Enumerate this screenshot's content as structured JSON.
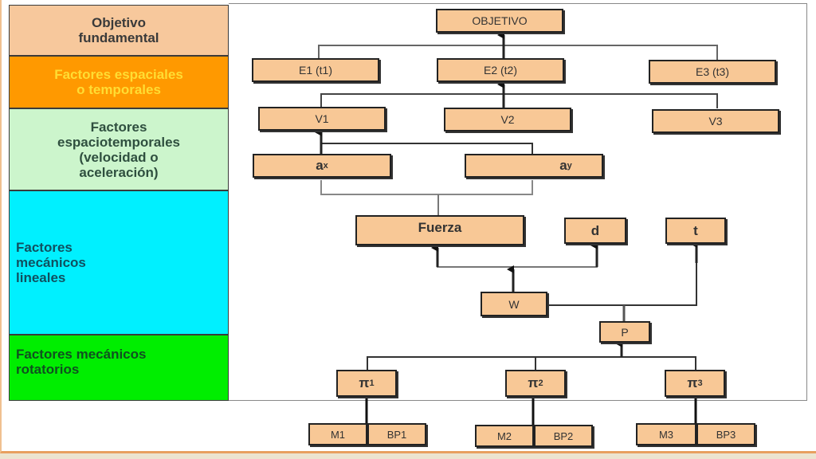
{
  "bands": [
    {
      "lines": [
        "Objetivo",
        "fundamental"
      ],
      "color": "#f7c89c"
    },
    {
      "lines": [
        "Factores espaciales",
        "o temporales"
      ],
      "color": "#ff9900"
    },
    {
      "lines": [
        "Factores",
        "espaciotemporales",
        "(velocidad o",
        "aceleración)"
      ],
      "color": "#ccf5cc"
    },
    {
      "lines": [
        "Factores",
        "mecánicos",
        "lineales"
      ],
      "color": "#00f0ff"
    },
    {
      "lines": [
        "Factores mecánicos",
        "rotatorios"
      ],
      "color": "#00ee00"
    }
  ],
  "nodes": {
    "objetivo": "OBJETIVO",
    "e1": "E1 (t1)",
    "e2": "E2 (t2)",
    "e3": "E3 (t3)",
    "v1": "V1",
    "v2": "V2",
    "v3": "V3",
    "ax": {
      "base": "a",
      "sub": "x"
    },
    "ay": {
      "base": "a",
      "sub": "y"
    },
    "fuerza": "Fuerza",
    "d": "d",
    "t": "t",
    "w": "W",
    "p": "P",
    "pi1": {
      "base": "π",
      "sub": "1"
    },
    "pi2": {
      "base": "π",
      "sub": "2"
    },
    "pi3": {
      "base": "π",
      "sub": "3"
    },
    "m1": "M1",
    "bp1": "BP1",
    "m2": "M2",
    "bp2": "BP2",
    "m3": "M3",
    "bp3": "BP3"
  },
  "colors": {
    "node_fill": "#f8c896",
    "node_border": "#222222",
    "connector": "#555555"
  }
}
